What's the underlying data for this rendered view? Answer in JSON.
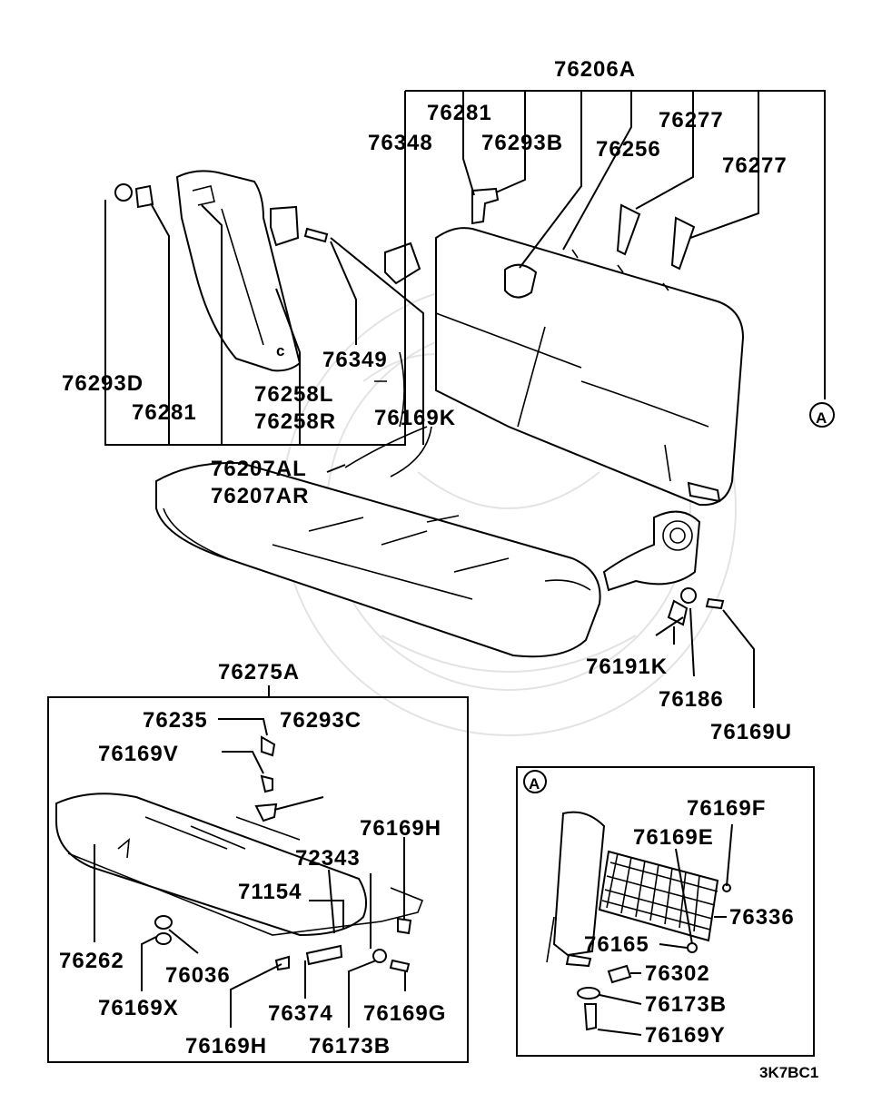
{
  "diagram": {
    "code": "3K7BC1",
    "callout": "A",
    "labels": {
      "l76206A": "76206A",
      "l76281a": "76281",
      "l76293B": "76293B",
      "l76348": "76348",
      "l76256": "76256",
      "l76277a": "76277",
      "l76277b": "76277",
      "l76293D": "76293D",
      "l76281b": "76281",
      "l76349": "76349",
      "l76258L": "76258L",
      "l76258R": "76258R",
      "l76169K": "76169K",
      "l76207AL": "76207AL",
      "l76207AR": "76207AR",
      "l76191K": "76191K",
      "l76186": "76186",
      "l76169U": "76169U",
      "l76275A": "76275A",
      "l76235": "76235",
      "l76293C": "76293C",
      "l76169V": "76169V",
      "l76169H1": "76169H",
      "l72343": "72343",
      "l71154": "71154",
      "l76262": "76262",
      "l76036": "76036",
      "l76169X": "76169X",
      "l76169H2": "76169H",
      "l76374": "76374",
      "l76173B1": "76173B",
      "l76169G": "76169G",
      "l76169F": "76169F",
      "l76169E": "76169E",
      "l76336": "76336",
      "l76165": "76165",
      "l76302": "76302",
      "l76173B2": "76173B",
      "l76169Y": "76169Y"
    }
  }
}
